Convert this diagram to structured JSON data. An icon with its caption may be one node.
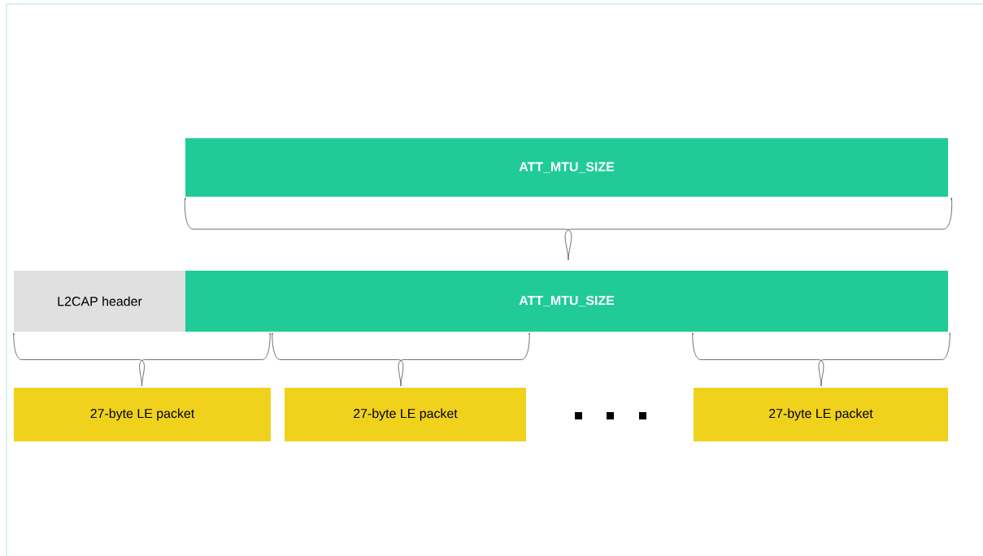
{
  "diagram": {
    "nodes": [
      {
        "text": [
          "ATT_MTU_SIZE"
        ]
      },
      {
        "text": [
          "L2CAP header"
        ]
      },
      {
        "text": [
          "ATT_MTU_SIZE"
        ]
      },
      {
        "text": [
          "27-byte LE packet"
        ]
      },
      {
        "text": [
          "27-byte LE packet"
        ]
      },
      {
        "text": [
          "27-byte LE packet"
        ]
      }
    ]
  }
}
